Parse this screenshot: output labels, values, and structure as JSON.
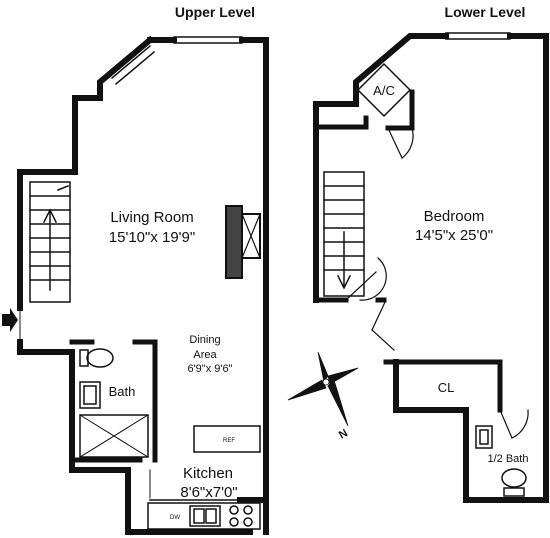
{
  "headers": {
    "upper": "Upper Level",
    "lower": "Lower Level"
  },
  "upper_rooms": {
    "living_name": "Living Room",
    "living_dims": "15'10\"x 19'9\"",
    "dining_line1": "Dining",
    "dining_line2": "Area",
    "dining_dims": "6'9\"x 9'6\"",
    "bath": "Bath",
    "kitchen_name": "Kitchen",
    "kitchen_dims": "8'6\"x7'0\"",
    "ref": "REF",
    "dw": "DW"
  },
  "lower_rooms": {
    "bedroom_name": "Bedroom",
    "bedroom_dims": "14'5\"x 25'0\"",
    "ac": "A/C",
    "closet": "CL",
    "half_bath": "1/2 Bath"
  },
  "compass": {
    "north_label": "N"
  },
  "colors": {
    "wall": "#111111",
    "background": "#ffffff"
  }
}
